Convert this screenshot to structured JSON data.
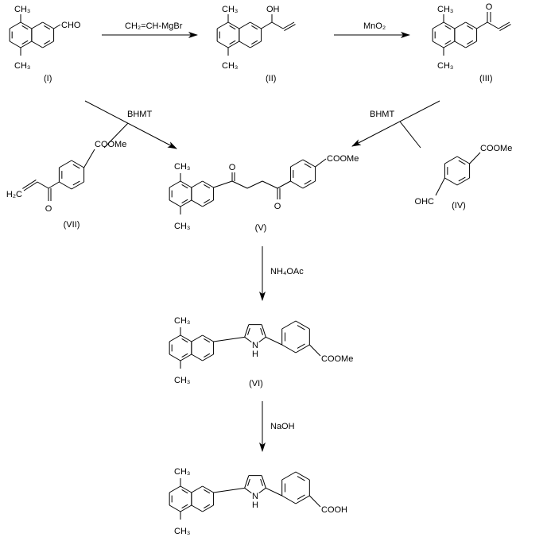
{
  "compounds": {
    "I": "(I)",
    "II": "(II)",
    "III": "(III)",
    "IV": "(IV)",
    "V": "(V)",
    "VI": "(VI)",
    "VII": "(VII)"
  },
  "groups": {
    "ch3": "CH₃",
    "cho": "CHO",
    "oh": "OH",
    "o": "O",
    "coome": "COOMe",
    "h2c": "H₂C",
    "ohc": "OHC",
    "n": "N",
    "h": "H",
    "cooh": "COOH"
  },
  "reagents": {
    "vinyl_grignard": "CH₂=CH-MgBr",
    "mno2": "MnO₂",
    "bhmt": "BHMT",
    "nh4oac": "NH₄OAc",
    "naoh": "NaOH"
  }
}
